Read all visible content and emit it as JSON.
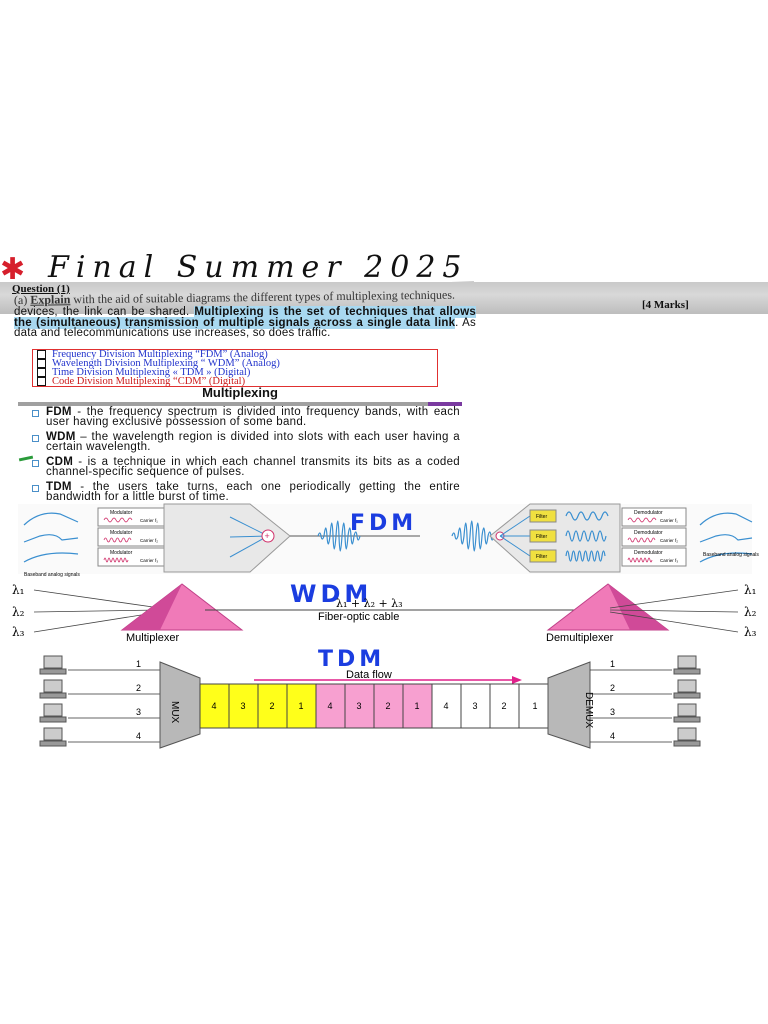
{
  "header": {
    "star": "✱",
    "handwritten_title": "Final Summer 2025"
  },
  "question": {
    "heading": "Question (1)",
    "prompt_prefix": "(a) ",
    "prompt_keyword": "Explain",
    "prompt_rest": " with the aid of suitable diagrams the different types of multiplexing techniques.",
    "marks": "[4 Marks]"
  },
  "intro": {
    "lead": "devices, the link can be shared. ",
    "highlight": "Multiplexing is the set of techniques that allows the (simultaneous) transmission of multiple signals across a single data link",
    "tail": ". As data and telecommunications use increases, so does traffic."
  },
  "types": [
    {
      "text": "Frequency Division Multiplexing “FDM” (Analog)",
      "color": "#2233cc"
    },
    {
      "text": "Wavelength Division Multiplexing “ WDM” (Analog)",
      "color": "#2233cc"
    },
    {
      "text": "Time Division Multiplexing « TDM » (Digital)",
      "color": "#2233cc",
      "paren_color": "#cc1a1a"
    },
    {
      "text": "Code Division Multiplexing “CDM” (Digital)",
      "color": "#cc1a1a"
    }
  ],
  "section_title": "Multiplexing",
  "bullets": [
    {
      "term": "FDM",
      "text": " - the frequency spectrum is divided into frequency bands, with each user having exclusive possession of some band."
    },
    {
      "term": "WDM",
      "text": " – the wavelength region is divided into slots with each user having a certain wavelength."
    },
    {
      "term": "CDM",
      "text": " - is a technique in which each channel transmits its bits as a coded channel-specific sequence of pulses."
    },
    {
      "term": "TDM",
      "text": " - the users take turns, each one periodically getting the entire bandwidth for a little burst of time."
    }
  ],
  "fdm_diagram": {
    "handwritten_label": "FDM",
    "modulators": [
      "Modulator",
      "Modulator",
      "Modulator"
    ],
    "carriers": [
      "Carrier f₁",
      "Carrier f₂",
      "Carrier f₃"
    ],
    "filters": [
      "Filter",
      "Filter",
      "Filter"
    ],
    "demodulators": [
      "Demodulator",
      "Demodulator",
      "Demodulator"
    ],
    "baseband_left": "Baseband analog signals",
    "baseband_right": "Baseband analog signals",
    "colors": {
      "wave": "#3a8fd0",
      "filter": "#f0e040",
      "mod_wave": "#d0306a"
    }
  },
  "wdm_diagram": {
    "handwritten_label": "WDM",
    "left_lambdas": [
      "λ₁",
      "λ₂",
      "λ₃"
    ],
    "right_lambdas": [
      "λ₁",
      "λ₂",
      "λ₃"
    ],
    "sum_label": "λ₁ + λ₂ + λ₃",
    "cable_label": "Fiber-optic cable",
    "mux_label": "Multiplexer",
    "demux_label": "Demultiplexer",
    "colors": {
      "prism": "#f07ab8",
      "prism_dark": "#d04a98"
    }
  },
  "tdm_diagram": {
    "handwritten_label": "TDM",
    "flow_label": "Data flow",
    "mux_label": "MUX",
    "demux_label": "DEMUX",
    "inputs": [
      "1",
      "2",
      "3",
      "4"
    ],
    "outputs": [
      "1",
      "2",
      "3",
      "4"
    ],
    "frames": [
      {
        "slots": [
          "4",
          "3",
          "2",
          "1"
        ],
        "color": "#ffff1a"
      },
      {
        "slots": [
          "4",
          "3",
          "2",
          "1"
        ],
        "color": "#f7a0d0"
      },
      {
        "slots": [
          "4",
          "3",
          "2",
          "1"
        ],
        "color": "#ffffff"
      }
    ],
    "extra_slot": "1",
    "colors": {
      "arrow": "#e0208a"
    }
  }
}
